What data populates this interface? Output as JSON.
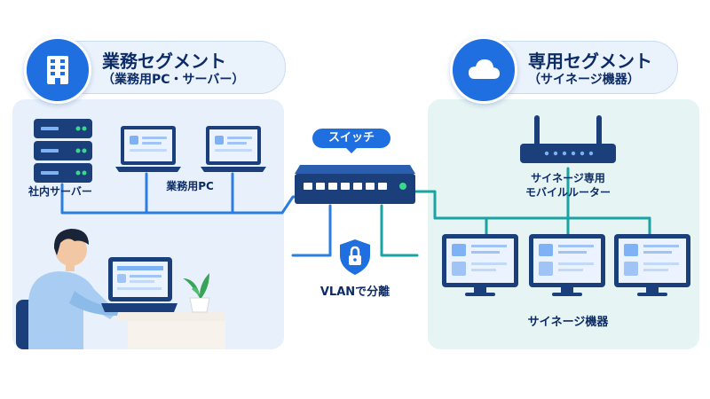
{
  "left_segment": {
    "title": "業務セグメント",
    "subtitle": "（業務用PC・サーバー）",
    "icon": "office-building-icon",
    "server_label": "社内サーバー",
    "pc_label": "業務用PC"
  },
  "right_segment": {
    "title": "専用セグメント",
    "subtitle": "（サイネージ機器）",
    "icon": "cloud-icon",
    "router_label_line1": "サイネージ専用",
    "router_label_line2": "モバイルルーター",
    "signage_label": "サイネージ機器"
  },
  "center": {
    "switch_label": "スイッチ",
    "vlan_label": "VLANで分離",
    "shield_icon": "lock-shield-icon"
  },
  "colors": {
    "primary_blue": "#1f6fe0",
    "dark_navy": "#0d2c66",
    "teal_line": "#1aa3a3",
    "blue_line": "#2a7de1",
    "left_panel": "#e8f1fb",
    "right_panel": "#e6f4f4"
  }
}
